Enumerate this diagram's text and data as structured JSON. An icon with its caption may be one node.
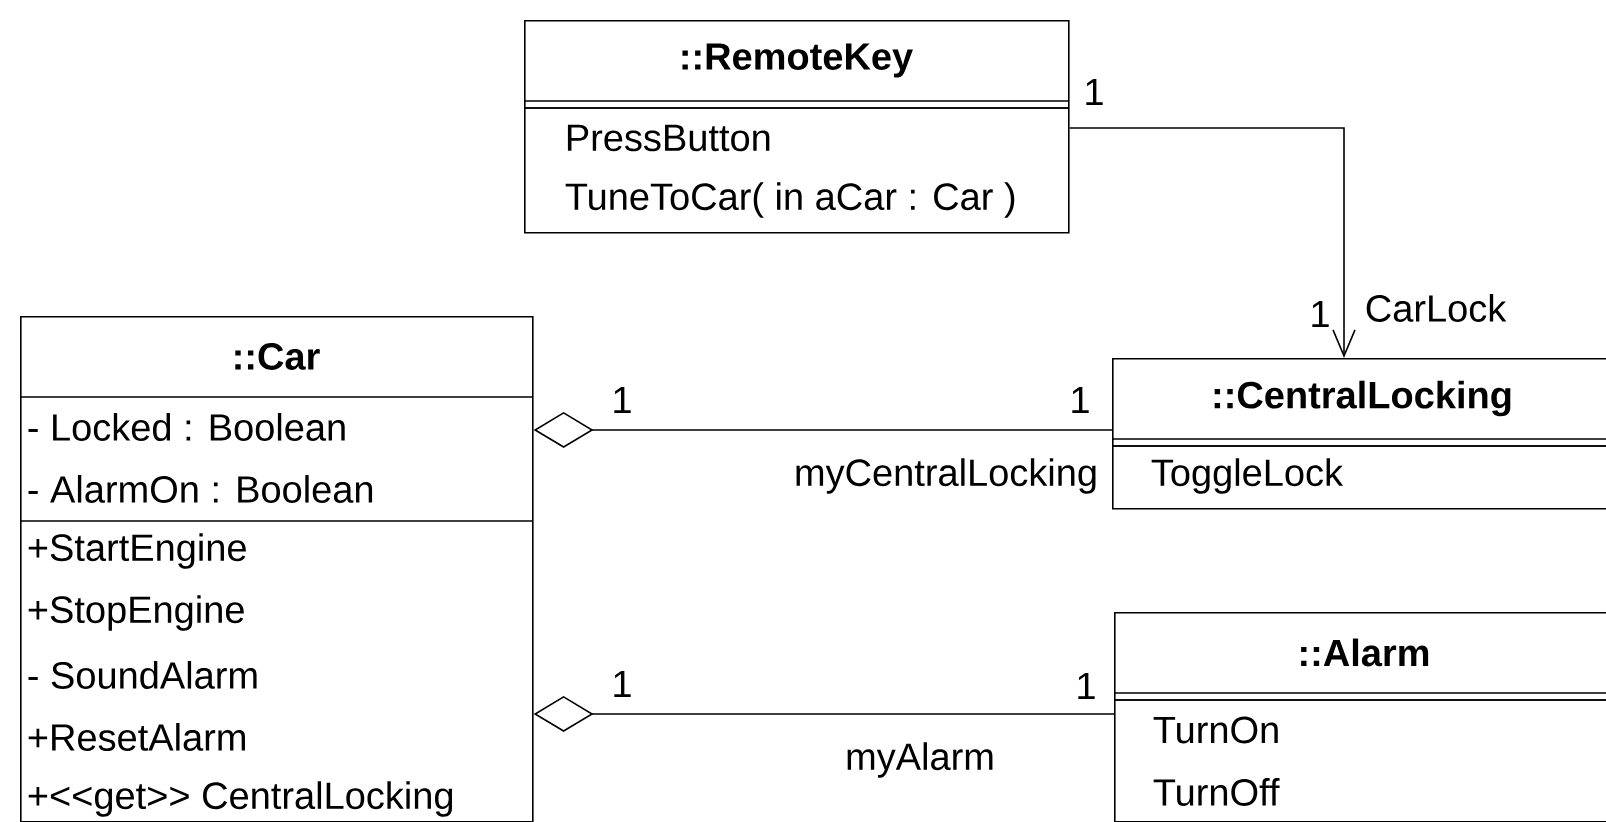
{
  "diagram": {
    "nodes": [
      {
        "text": [
          "::RemoteKey",
          "PressButton",
          "TuneToCar( in aCar : Car )"
        ]
      },
      {
        "text": [
          "::Car",
          "- Locked : Boolean",
          "- AlarmOn : Boolean",
          "+StartEngine",
          "+StopEngine",
          "- SoundAlarm",
          "+ResetAlarm",
          "+<<get>> CentralLocking"
        ]
      },
      {
        "text": [
          "::CentralLocking",
          "ToggleLock"
        ]
      },
      {
        "text": [
          "::Alarm",
          "TurnOn",
          "TurnOff"
        ]
      }
    ],
    "edges": [
      {
        "from": 0,
        "to": 2,
        "arrow": "to",
        "label": "CarLock"
      },
      {
        "from": 1,
        "to": 2,
        "arrow": "other",
        "label": "myCentralLocking"
      },
      {
        "from": 1,
        "to": 3,
        "arrow": "other",
        "label": "myAlarm"
      }
    ],
    "labels": [
      "1",
      "1",
      "1",
      "1",
      "1",
      "1"
    ]
  }
}
